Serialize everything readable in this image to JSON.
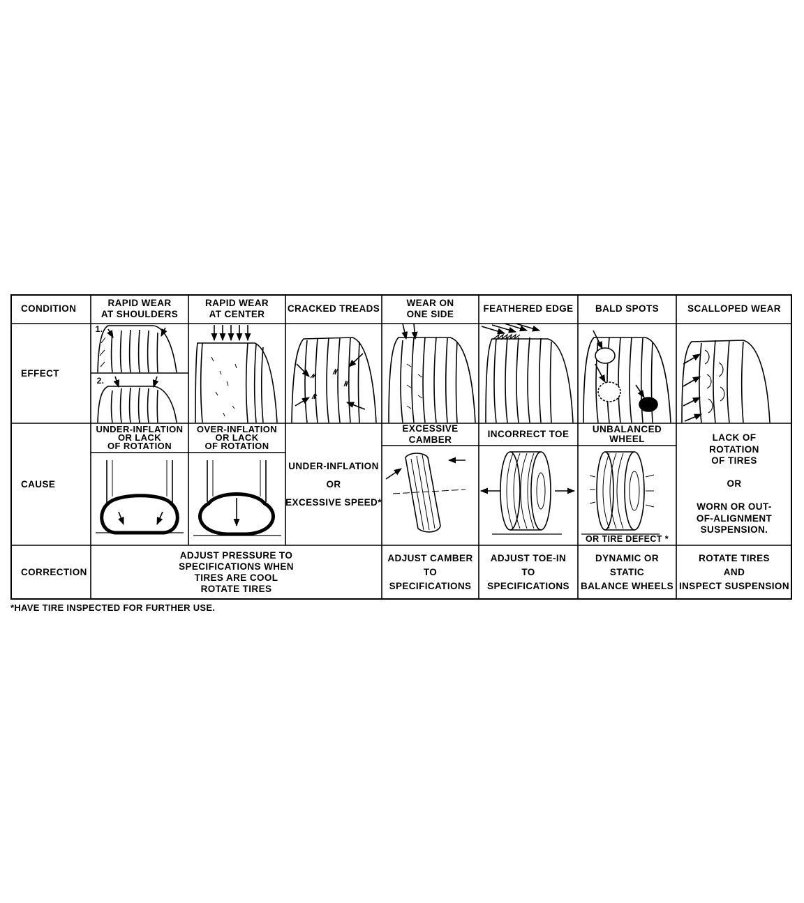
{
  "row_labels": {
    "condition": "CONDITION",
    "effect": "EFFECT",
    "cause": "CAUSE",
    "correction": "CORRECTION"
  },
  "conditions": [
    "RAPID WEAR\nAT SHOULDERS",
    "RAPID WEAR\nAT CENTER",
    "CRACKED TREADS",
    "WEAR ON\nONE SIDE",
    "FEATHERED EDGE",
    "BALD SPOTS",
    "SCALLOPED WEAR"
  ],
  "effect_markers": {
    "first": "1.",
    "second": "2."
  },
  "causes": {
    "shoulders": "UNDER-INFLATION\nOR LACK\nOF ROTATION",
    "center": "OVER-INFLATION\nOR LACK\nOF ROTATION",
    "cracked": "UNDER-INFLATION\n\nOR\n\nEXCESSIVE SPEED*",
    "one_side": "EXCESSIVE CAMBER",
    "feathered": "INCORRECT TOE",
    "bald": "UNBALANCED\nWHEEL",
    "bald_note": "OR  TIRE   DEFECT *",
    "scalloped": "LACK OF\nROTATION\nOF TIRES\n\nOR\n\nWORN OR  OUT-\nOF-ALIGNMENT\nSUSPENSION."
  },
  "corrections": {
    "pressure": "ADJUST PRESSURE TO\nSPECIFICATIONS WHEN\nTIRES ARE COOL\nROTATE TIRES",
    "camber": "ADJUST CAMBER\nTO\nSPECIFICATIONS",
    "toe": "ADJUST TOE-IN\nTO\nSPECIFICATIONS",
    "balance": "DYNAMIC OR\nSTATIC\nBALANCE WHEELS",
    "rotate": "ROTATE TIRES\nAND\nINSPECT SUSPENSION"
  },
  "footnote": "*HAVE TIRE INSPECTED FOR FURTHER USE."
}
